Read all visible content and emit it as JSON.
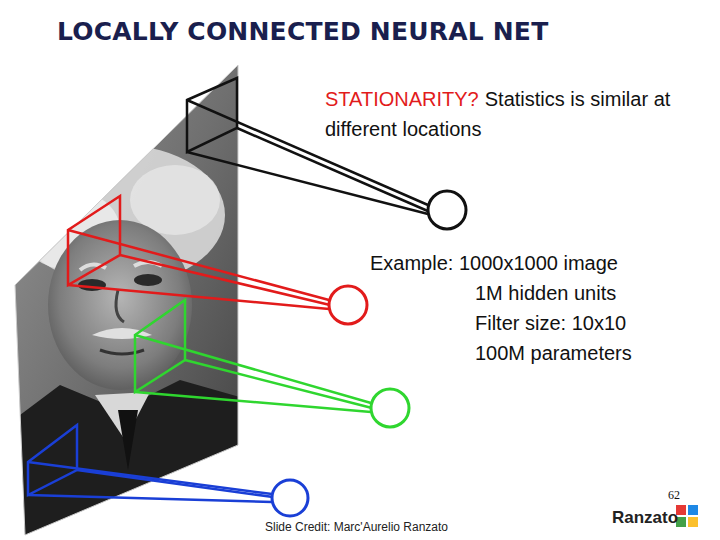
{
  "diagram": {
    "title": "LOCALLY CONNECTED NEURAL NET",
    "labels": [
      "STATIONARITY?",
      "Statistics is similar at different locations",
      "Example: 1000x1000 image",
      "1M hidden units",
      "Filter size: 10x10",
      "100M parameters",
      "62",
      "Slide Credit: Marc'Aurelio Ranzato",
      "Ranzato"
    ]
  }
}
